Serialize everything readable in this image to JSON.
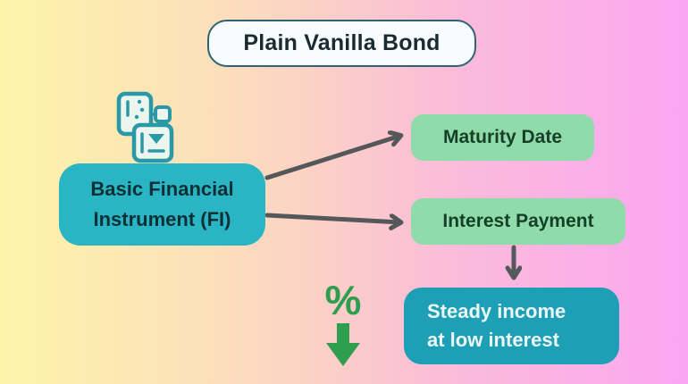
{
  "diagram": {
    "title": "Plain Vanilla Bond",
    "nodes": {
      "basic_fi": {
        "line1": "Basic Financial",
        "line2": "Instrument (FI)"
      },
      "maturity": {
        "label": "Maturity Date"
      },
      "interest": {
        "label": "Interest Payment"
      },
      "steady_income": {
        "line1": "Steady income",
        "line2": "at low interest"
      }
    },
    "edges": [
      {
        "from": "basic_fi",
        "to": "maturity"
      },
      {
        "from": "basic_fi",
        "to": "interest"
      },
      {
        "from": "interest",
        "to": "steady_income"
      }
    ],
    "icons": {
      "documents_icon": "documents-invoice-icon",
      "percent_symbol": "%",
      "percent_down_icon": "percent-decrease-icon"
    },
    "colors": {
      "background_left": "#fdf4a9",
      "background_mid": "#fbd2c5",
      "background_right": "#fba6f2",
      "title_bg": "#f9fcfc",
      "title_border": "#2e6373",
      "title_text": "#1b2b33",
      "teal_node": "#29b5c3",
      "teal_node_text": "#0e2f36",
      "green_node": "#8fdcaa",
      "green_node_text": "#153f28",
      "dark_teal_node": "#1da0b5",
      "dark_teal_node_text": "#eef7f8",
      "arrow": "#55585a",
      "icon_stroke": "#2a98a6",
      "icon_fill": "#eaf6ee",
      "percent_green": "#2f9e4f"
    }
  }
}
